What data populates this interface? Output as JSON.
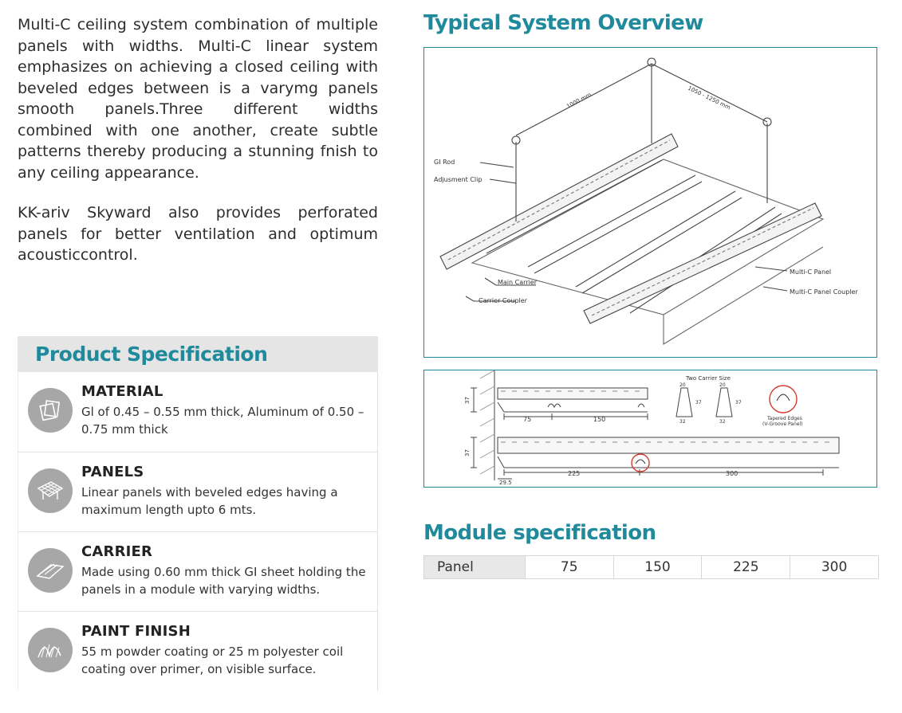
{
  "intro": {
    "paragraph1": "Multi-C ceiling system combination of multiple panels with widths. Multi-C linear system emphasizes on achieving a closed ceiling with beveled edges between is a varymg panels smooth panels.Three different widths combined with one another, create subtle patterns thereby producing a stunning fnish to any ceiling appearance.",
    "paragraph2": "KK-ariv Skyward also provides perforated panels for better ventilation and optimum acousticcontrol."
  },
  "product_spec": {
    "title": "Product Specification",
    "items": [
      {
        "icon": "material-icon",
        "title": "MATERIAL",
        "text": "Gl of 0.45 – 0.55 mm thick, Aluminum of 0.50 – 0.75 mm thick"
      },
      {
        "icon": "panels-icon",
        "title": "PANELS",
        "text": "Linear panels with beveled edges having a maximum length upto 6 mts."
      },
      {
        "icon": "carrier-icon",
        "title": "CARRIER",
        "text": "Made using 0.60 mm thick GI sheet holding the panels in a module with varying widths."
      },
      {
        "icon": "paint-finish-icon",
        "title": "PAINT FINISH",
        "text": "55 m powder coating or 25 m polyester coil coating over primer, on visible surface."
      }
    ]
  },
  "overview": {
    "title": "Typical System Overview",
    "labels": {
      "gi_rod": "GI Rod",
      "adjustment_clip": "Adjusment Clip",
      "main_carrier": "Main Carrier",
      "carrier_coupler": "Carrier Coupler",
      "panel": "Multi-C Panel",
      "panel_coupler": "Multi-C Panel Coupler",
      "dim_1000": "1000 mm",
      "dim_1050": "1050 - 1250 mm"
    }
  },
  "section_diagram": {
    "carrier_size_title": "Two Carrier Size",
    "tapered_caption_1": "Tapered Edges",
    "tapered_caption_2": "(V-Groove Panel)",
    "dims_top": [
      "75",
      "150"
    ],
    "dims_bottom": [
      "225",
      "300"
    ],
    "dim_height_1": "37",
    "dim_height_2": "37",
    "dim_29": "29.5",
    "carrier_a": {
      "top": "20",
      "bottom": "32",
      "height": "37"
    },
    "carrier_b": {
      "top": "20",
      "bottom": "32",
      "height": "37"
    }
  },
  "module_spec": {
    "title": "Module specification",
    "header": "Panel",
    "values": [
      "75",
      "150",
      "225",
      "300"
    ]
  },
  "colors": {
    "accent": "#1f8a9b",
    "icon_bg": "#a7a7a7",
    "header_bg": "#e5e5e5"
  }
}
